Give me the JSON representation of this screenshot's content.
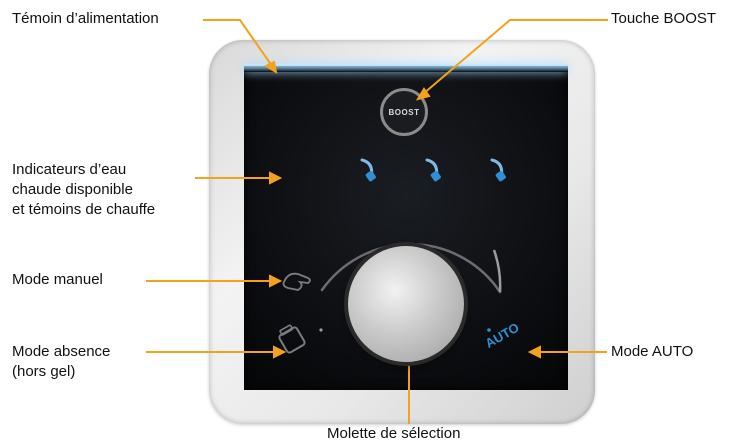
{
  "labels": {
    "power_indicator": "Témoin d’alimentation",
    "boost_key": "Touche BOOST",
    "indicators": [
      "Indicateurs d’eau",
      "chaude disponible",
      "et témoins de chauffe"
    ],
    "manual_mode": "Mode manuel",
    "absence_mode": [
      "Mode absence",
      "(hors gel)"
    ],
    "auto_mode": "Mode AUTO",
    "selection_dial": "Molette de sélection"
  },
  "device": {
    "boost_button_text": "BOOST",
    "auto_text": "AUTO"
  },
  "colors": {
    "arrow": "#f4a21a",
    "accent_blue": "#2f8fd6",
    "power_glow": "#bfe6ff"
  },
  "icons": [
    "shower-head-icon",
    "hand-icon",
    "suitcase-icon"
  ]
}
